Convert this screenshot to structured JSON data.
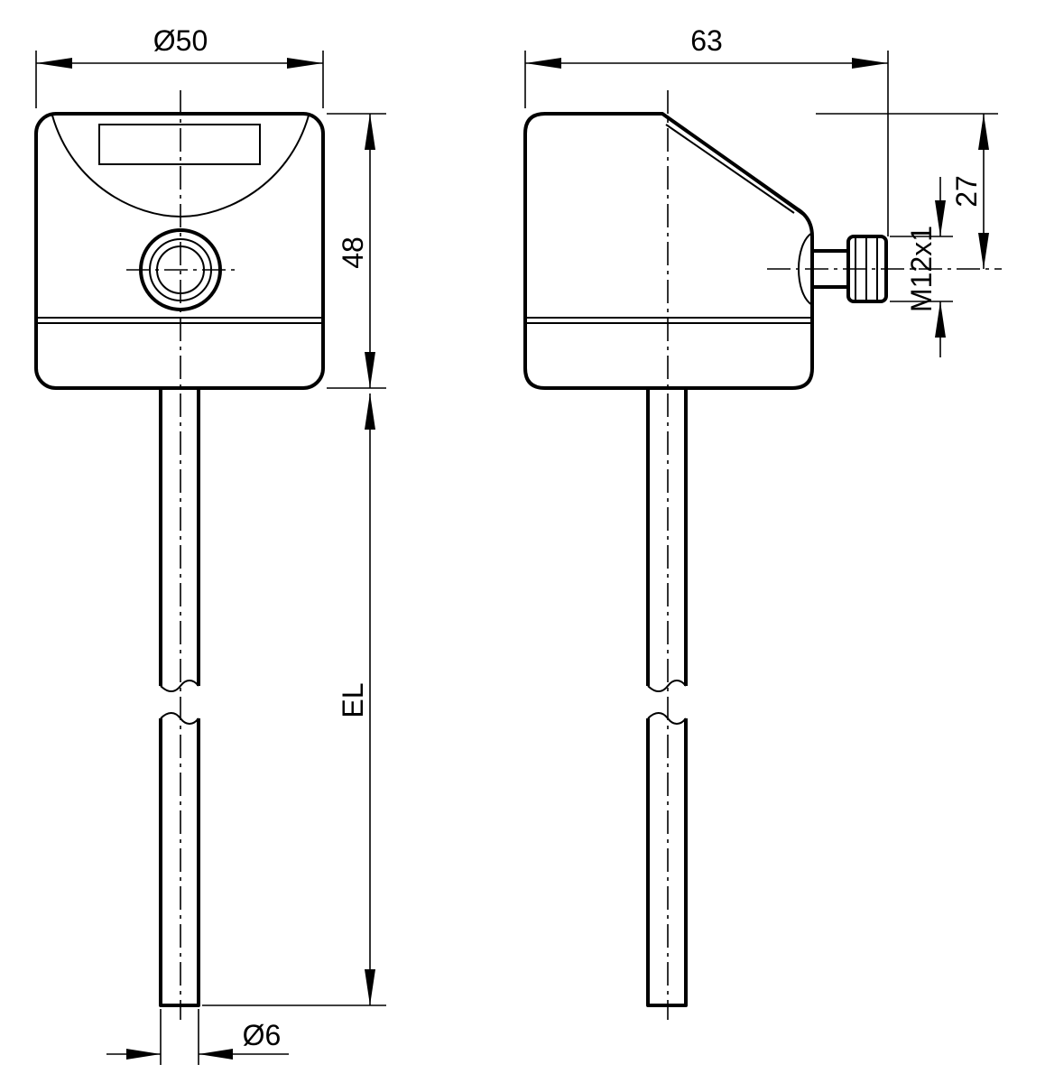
{
  "dimensions": {
    "front_diameter": "Ø50",
    "side_width": "63",
    "height": "48",
    "connector_offset": "27",
    "thread": "M12x1",
    "probe_length": "EL",
    "probe_diameter": "Ø6"
  }
}
